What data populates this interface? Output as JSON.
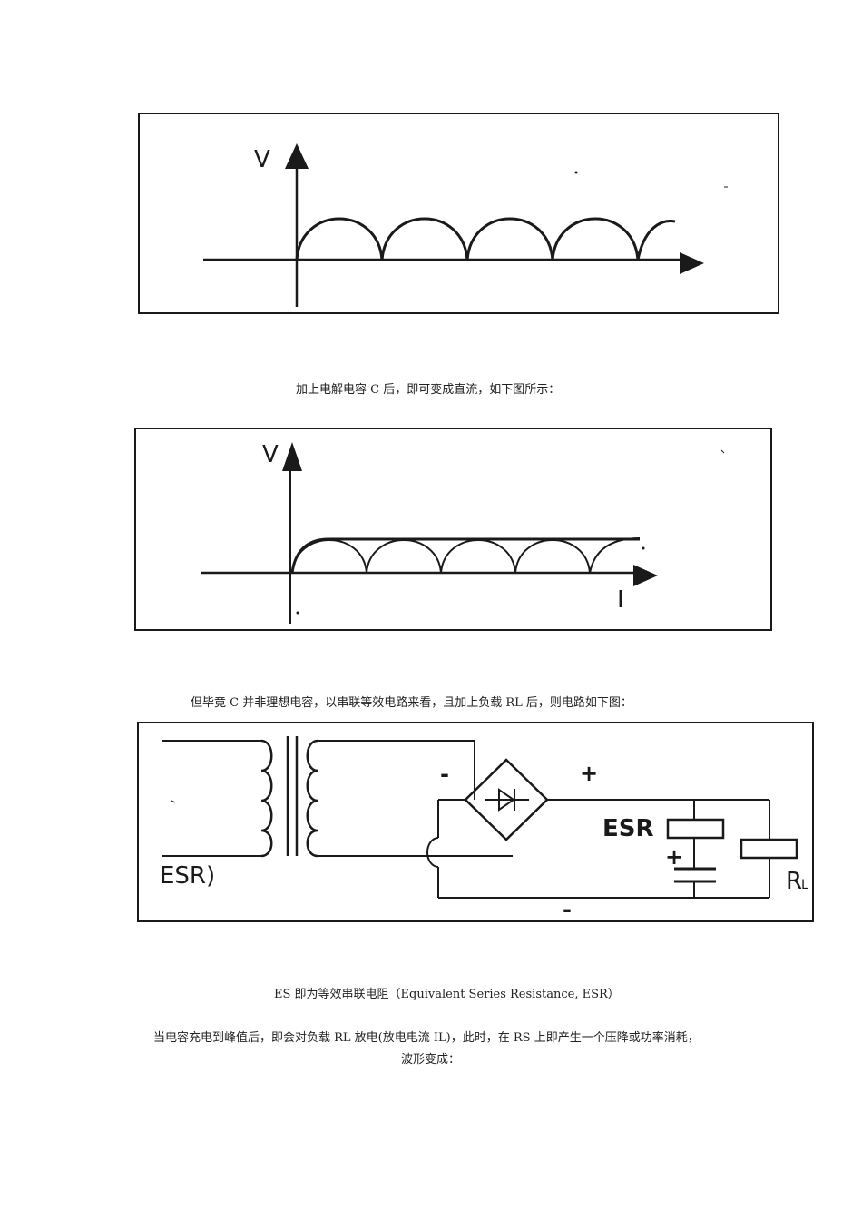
{
  "figure1": {
    "axis_v": "V"
  },
  "caption1": "加上电解电容 C 后，即可变成直流，如下图所示：",
  "figure2": {
    "axis_v": "V",
    "axis_i": "I"
  },
  "caption2": "但毕竟 C 并非理想电容，以串联等效电路来看，且加上负载 RL 后，则电路如下图：",
  "figure3": {
    "minus_top": "-",
    "plus_top": "+",
    "esr_label": "ESR",
    "plus_cap": "+",
    "rl_main": "R",
    "rl_sub": "L",
    "minus_bottom": "-",
    "esr_left": "ESR)"
  },
  "para_esr": "ES 即为等效串联电阻（Equivalent  Series  Resistance,  ESR）",
  "para_discharge": "当电容充电到峰值后，即会对负载 RL 放电(放电电流 IL)，此时，在 RS 上即产生一个压降或功率消耗，",
  "para_waveform": "波形变成："
}
